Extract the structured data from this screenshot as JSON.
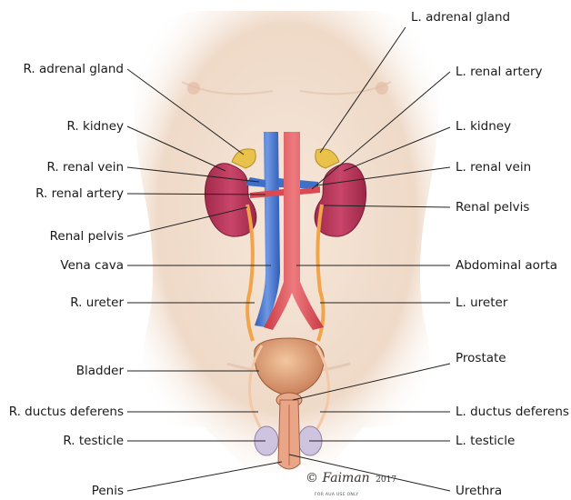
{
  "labels_left": [
    "R. adrenal gland",
    "R. kidney",
    "R. renal vein",
    "R. renal artery",
    "Renal pelvis",
    "Vena cava",
    "R. ureter",
    "Bladder",
    "R. ductus deferens",
    "R. testicle",
    "Penis"
  ],
  "labels_right": [
    "L. adrenal gland",
    "L. renal artery",
    "L. kidney",
    "L. renal vein",
    "Renal pelvis",
    "Abdominal aorta",
    "L. ureter",
    "Prostate",
    "L. ductus deferens",
    "L. testicle",
    "Urethra"
  ],
  "signature": {
    "copyright": "©",
    "name": "Faiman",
    "year": "2017",
    "note": "FOR AUA USE ONLY"
  },
  "colors": {
    "skin": "#f3dfcf",
    "skin_shadow": "#d9b8a2",
    "kidney": "#b8355a",
    "vein": "#3f6fc9",
    "artery": "#d94a52",
    "adrenal": "#e8c24a",
    "ureter": "#f0a54a",
    "bladder": "#e3a67a",
    "testicle": "#cfc4e0",
    "leader": "#222222"
  }
}
